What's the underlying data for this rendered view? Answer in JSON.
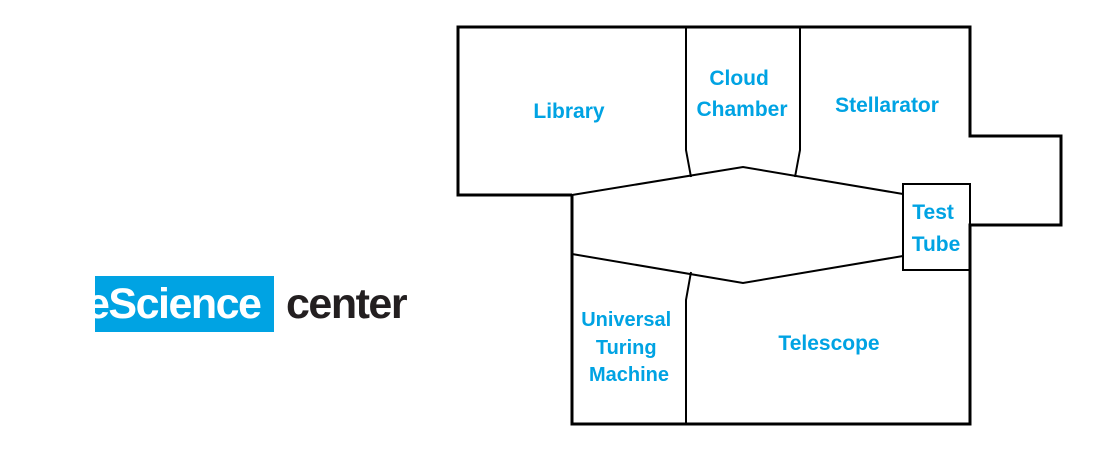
{
  "logo": {
    "box_text": "eScience",
    "rest_text": "center",
    "box_color": "#00a3e3",
    "rest_color": "#231f20"
  },
  "rooms": {
    "library": {
      "lines": [
        "Library"
      ]
    },
    "cloud_chamber": {
      "lines": [
        "Cloud",
        "Chamber"
      ]
    },
    "stellarator": {
      "lines": [
        "Stellarator"
      ]
    },
    "test_tube": {
      "lines": [
        "Test",
        "Tube"
      ]
    },
    "universal_turing_machine": {
      "lines": [
        "Universal",
        "Turing",
        "Machine"
      ]
    },
    "telescope": {
      "lines": [
        "Telescope"
      ]
    }
  },
  "colors": {
    "label": "#00a3e3",
    "walls": "#000000"
  }
}
